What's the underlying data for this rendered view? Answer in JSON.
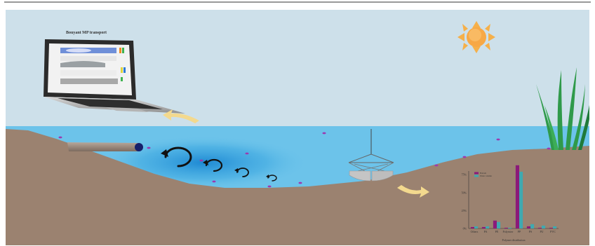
{
  "laptop": {
    "screen_title": "Bouyant MP transport"
  },
  "colors": {
    "sky": "#cde0ea",
    "water": "#6cc3ea",
    "water_deep": "#1f8fd6",
    "sediment": "#9b8270",
    "sun": "#f5b04a",
    "arrow": "#f3d98e",
    "particle": "#9b3bb0",
    "grass": "#2f9a4a",
    "series1": "#8b1a7a",
    "series2": "#3fa9b0"
  },
  "chart_data": {
    "type": "bar",
    "title": "",
    "xlabel": "Polymer distribution",
    "ylabel": "",
    "ylim": [
      0,
      80
    ],
    "yticks": [
      "0%",
      "25%",
      "50%",
      "75%"
    ],
    "categories": [
      "Others",
      "PA",
      "PE",
      "Polyester",
      "PP",
      "PS",
      "PU",
      "PVC"
    ],
    "series": [
      {
        "name": "Bottom",
        "values": [
          2,
          2,
          11,
          1,
          88,
          3,
          1,
          1
        ]
      },
      {
        "name": "Water column",
        "values": [
          3,
          3,
          9,
          1,
          79,
          6,
          4,
          3
        ]
      }
    ]
  }
}
